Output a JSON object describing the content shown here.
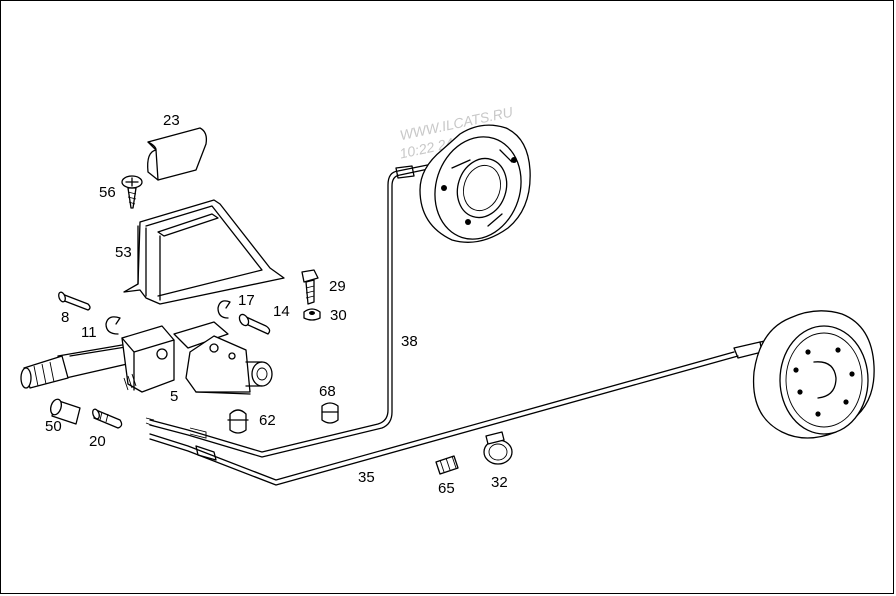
{
  "watermark": {
    "line1": "WWW.ILCATS.RU",
    "line2": "10:22 24.11.2016"
  },
  "callouts": [
    {
      "id": "23",
      "label": "23"
    },
    {
      "id": "56",
      "label": "56"
    },
    {
      "id": "53",
      "label": "53"
    },
    {
      "id": "29",
      "label": "29"
    },
    {
      "id": "17",
      "label": "17"
    },
    {
      "id": "14",
      "label": "14"
    },
    {
      "id": "30",
      "label": "30"
    },
    {
      "id": "8",
      "label": "8"
    },
    {
      "id": "11",
      "label": "11"
    },
    {
      "id": "38",
      "label": "38"
    },
    {
      "id": "5",
      "label": "5"
    },
    {
      "id": "68",
      "label": "68"
    },
    {
      "id": "62",
      "label": "62"
    },
    {
      "id": "50",
      "label": "50"
    },
    {
      "id": "20",
      "label": "20"
    },
    {
      "id": "35",
      "label": "35"
    },
    {
      "id": "65",
      "label": "65"
    },
    {
      "id": "32",
      "label": "32"
    }
  ]
}
